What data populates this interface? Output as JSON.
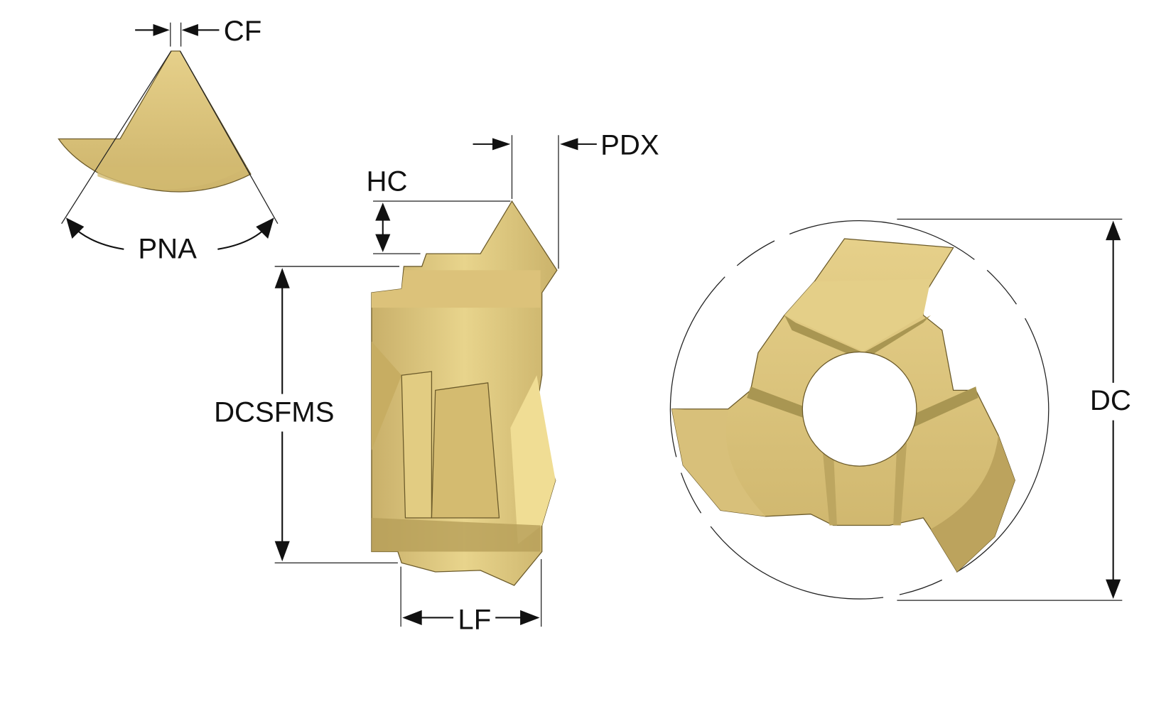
{
  "labels": {
    "cf": "CF",
    "pdx": "PDX",
    "hc": "HC",
    "pna": "PNA",
    "dcsfms": "DCSFMS",
    "dc": "DC",
    "lf": "LF"
  },
  "colors": {
    "gold": "#dcc57c",
    "gold_light": "#eedb93",
    "gold_dark": "#b59e58",
    "gold_shadow": "#9c8a4e",
    "line": "#111111"
  }
}
